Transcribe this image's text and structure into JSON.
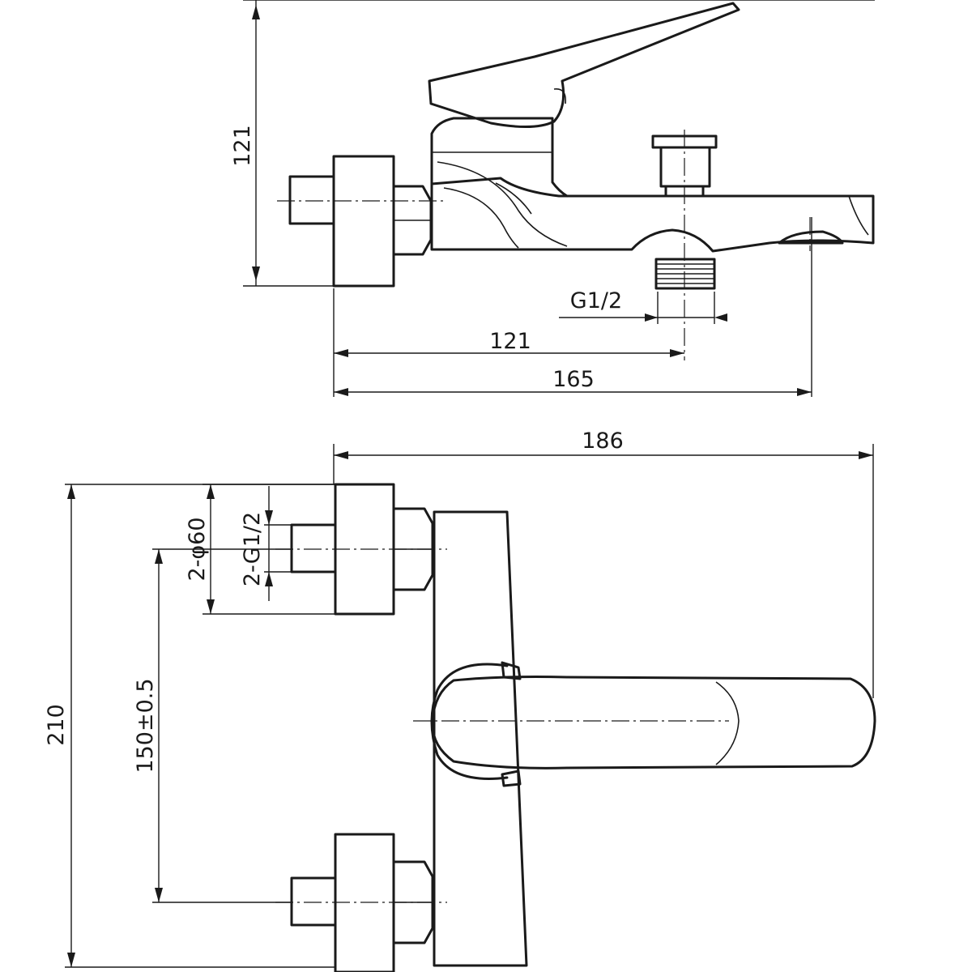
{
  "colors": {
    "line": "#1a1a1a",
    "background": "#ffffff"
  },
  "side_view": {
    "dim_height": "121",
    "dim_outlet_thread": "G1/2",
    "dim_outlet_offset": "121",
    "dim_overall_depth": "165"
  },
  "front_view": {
    "dim_overall_width": "186",
    "dim_overall_height": "210",
    "dim_inlet_spacing": "150±0.5",
    "dim_flange_diameter": "2-φ60",
    "dim_inlet_thread": "2-G1/2"
  }
}
